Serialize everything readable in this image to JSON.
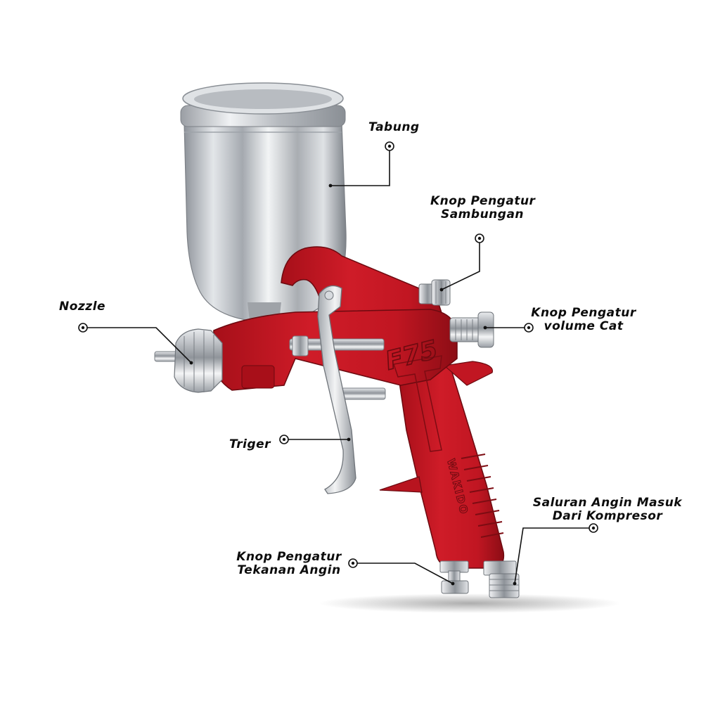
{
  "colors": {
    "body_red": "#c11622",
    "body_red_dark": "#7d0c13",
    "metal": "#c9ccd0",
    "label_ink": "#0c0c0c"
  },
  "product": {
    "model_mark": "F75",
    "brand_mark": "WAKIDO"
  },
  "labels": {
    "tabung": "Tabung",
    "knop_sambungan_l1": "Knop Pengatur",
    "knop_sambungan_l2": "Sambungan",
    "knop_volume_l1": "Knop Pengatur",
    "knop_volume_l2": "volume Cat",
    "nozzle": "Nozzle",
    "triger": "Triger",
    "saluran_l1": "Saluran Angin Masuk",
    "saluran_l2": "Dari Kompresor",
    "knop_tekanan_l1": "Knop Pengatur",
    "knop_tekanan_l2": "Tekanan Angin"
  }
}
